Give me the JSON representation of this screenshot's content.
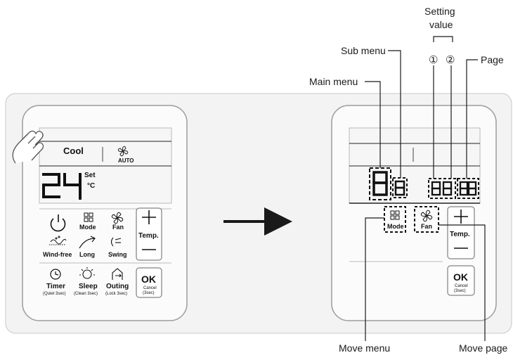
{
  "callouts": {
    "setting_value_line1": "Setting",
    "setting_value_line2": "value",
    "sub_menu": "Sub menu",
    "main_menu": "Main menu",
    "page": "Page",
    "marker_1": "①",
    "marker_2": "②",
    "move_menu": "Move menu",
    "move_page": "Move page"
  },
  "left_remote": {
    "mode_text": "Cool",
    "fan_auto": "AUTO",
    "temperature": "24",
    "set_label": "Set",
    "unit": "°C",
    "buttons": {
      "mode": "Mode",
      "fan": "Fan",
      "wind_free": "Wind-free",
      "long": "Long",
      "swing": "Swing",
      "temp": "Temp.",
      "timer": "Timer",
      "timer_sub": "(Quiet 3sec)",
      "sleep": "Sleep",
      "sleep_sub": "(Clean 3sec)",
      "outing": "Outing",
      "outing_sub": "(Lock 3sec)",
      "ok": "OK",
      "ok_sub1": "Cancel",
      "ok_sub2": "(3sec)"
    }
  },
  "right_remote": {
    "mode": "Mode",
    "fan": "Fan",
    "temp": "Temp.",
    "ok": "OK",
    "ok_sub1": "Cancel",
    "ok_sub2": "(3sec)"
  },
  "colors": {
    "panel": "#f4f4f4",
    "remote": "#fbfbfb",
    "stroke": "#1a1a1a",
    "border": "#9a9a9a"
  }
}
